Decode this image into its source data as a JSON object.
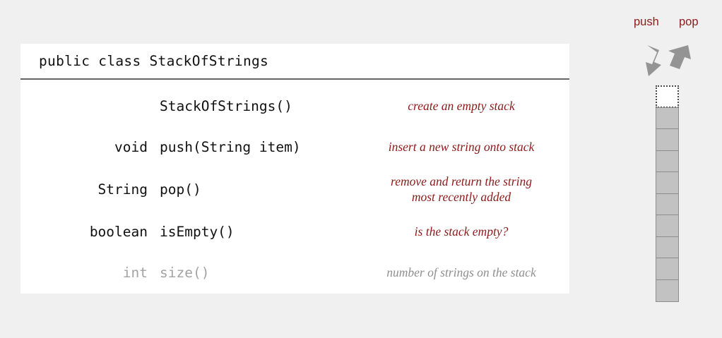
{
  "card": {
    "class_declaration": "public class StackOfStrings",
    "rows": [
      {
        "return_type": "",
        "method": "StackOfStrings()",
        "description": [
          "create an empty stack"
        ],
        "muted": false
      },
      {
        "return_type": "void",
        "method": "push(String item)",
        "description": [
          "insert a new string onto stack"
        ],
        "muted": false
      },
      {
        "return_type": "String",
        "method": "pop()",
        "description": [
          "remove and return the string",
          "most recently added"
        ],
        "muted": false
      },
      {
        "return_type": "boolean",
        "method": "isEmpty()",
        "description": [
          "is the stack empty?"
        ],
        "muted": false
      },
      {
        "return_type": "int",
        "method": "size()",
        "description": [
          "number of strings on the stack"
        ],
        "muted": true
      }
    ]
  },
  "diagram": {
    "push_label": "push",
    "pop_label": "pop",
    "cells": [
      {
        "state": "empty"
      },
      {
        "state": "filled"
      },
      {
        "state": "filled"
      },
      {
        "state": "filled"
      },
      {
        "state": "filled"
      },
      {
        "state": "filled"
      },
      {
        "state": "filled"
      },
      {
        "state": "filled"
      },
      {
        "state": "filled"
      },
      {
        "state": "filled"
      }
    ]
  },
  "colors": {
    "accent_red": "#8c1a1a",
    "muted_gray": "#8f8f8f",
    "cell_fill": "#c2c2c2",
    "cell_border": "#8d8d8d",
    "arrow_gray": "#949494",
    "page_background": "#f0f0f0"
  }
}
